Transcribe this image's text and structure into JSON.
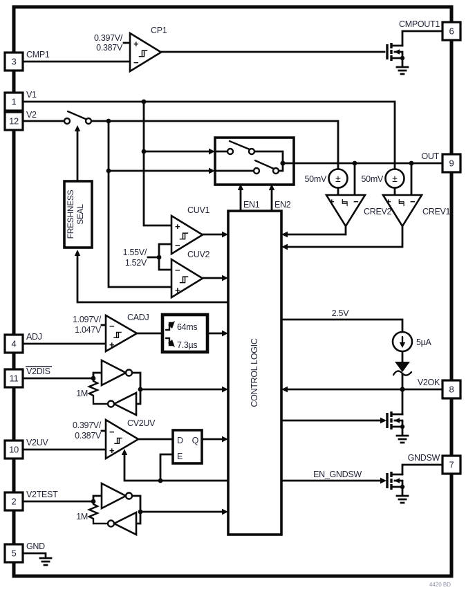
{
  "note": "4420 BD",
  "glyphs": {
    "plus": "+",
    "minus": "−",
    "plusminus": "±"
  },
  "pins": {
    "left": [
      {
        "num": "3",
        "label": "CMP1"
      },
      {
        "num": "1",
        "label": "V1"
      },
      {
        "num": "12",
        "label": "V2"
      },
      {
        "num": "4",
        "label": "ADJ"
      },
      {
        "num": "11",
        "label": "V2DIS"
      },
      {
        "num": "10",
        "label": "V2UV"
      },
      {
        "num": "2",
        "label": "V2TEST"
      },
      {
        "num": "5",
        "label": "GND"
      }
    ],
    "right": [
      {
        "num": "6",
        "label": "CMPOUT1"
      },
      {
        "num": "9",
        "label": "OUT"
      },
      {
        "num": "8",
        "label": "V2OK"
      },
      {
        "num": "7",
        "label": "GNDSW"
      }
    ]
  },
  "comparators": {
    "cp1": {
      "name": "CP1",
      "ref1": "0.397V/",
      "ref2": "0.387V"
    },
    "cuv1": {
      "name": "CUV1"
    },
    "cuv2": {
      "name": "CUV2"
    },
    "cuv_ref": {
      "ref1": "1.55V/",
      "ref2": "1.52V"
    },
    "cadj": {
      "name": "CADJ",
      "ref1": "1.097V/",
      "ref2": "1.047V"
    },
    "cv2uv": {
      "name": "CV2UV",
      "ref1": "0.397V/",
      "ref2": "0.387V"
    },
    "crev2": {
      "name": "CREV2",
      "offset": "50mV"
    },
    "crev1": {
      "name": "CREV1",
      "offset": "50mV"
    }
  },
  "blocks": {
    "freshness1": "FRESHNESS",
    "freshness2": "SEAL",
    "control_logic": "CONTROL LOGIC",
    "timer_rise": "64ms",
    "timer_fall": "7.3µs",
    "latch_d": "D",
    "latch_q": "Q",
    "latch_e": "E"
  },
  "signals": {
    "en1": "EN1",
    "en2": "EN2",
    "rail": "2.5V",
    "bias": "5µA",
    "en_gndsw": "EN_GNDSW",
    "r_v2dis": "1M",
    "r_v2test": "1M"
  }
}
